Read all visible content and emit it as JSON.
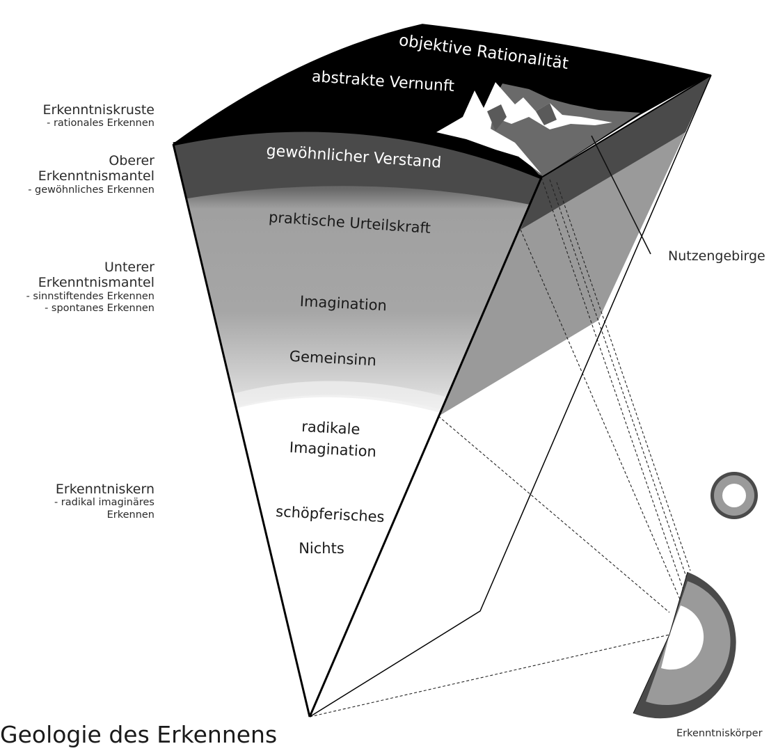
{
  "title": "Geologie des Erkennens",
  "side_labels": {
    "crust": {
      "head": [
        "Erkenntniskruste"
      ],
      "subs": [
        "- rationales Erkennen"
      ]
    },
    "upper": {
      "head": [
        "Oberer",
        "Erkenntnismantel"
      ],
      "subs": [
        "- gewöhnliches Erkennen"
      ]
    },
    "lower": {
      "head": [
        "Unterer",
        "Erkenntnismantel"
      ],
      "subs": [
        "- sinnstiftendes Erkennen",
        "- spontanes Erkennen"
      ]
    },
    "core": {
      "head": [
        "Erkenntniskern"
      ],
      "subs": [
        "- radikal imaginäres",
        "Erkennen"
      ]
    }
  },
  "layer_texts": {
    "crust_outer": "objektive Rationalität",
    "crust_inner": "abstrakte Vernunft",
    "upper": "gewöhnlicher Verstand",
    "lower_1": "praktische Urteilskraft",
    "lower_2": "Imagination",
    "lower_3": "Gemeinsinn",
    "core_1": [
      "radikale",
      "Imagination"
    ],
    "core_2": [
      "schöpferisches",
      "Nichts"
    ]
  },
  "mountain_label": "Nutzengebirge",
  "body_label": "Erkenntniskörper",
  "colors": {
    "crust": "#000000",
    "upper_mantle": "#4a4a4a",
    "lower_mantle": "#9a9a9a",
    "core": "#ffffff",
    "mountain_snow": "#ffffff",
    "mountain_shadow": "#6a6a6a"
  }
}
